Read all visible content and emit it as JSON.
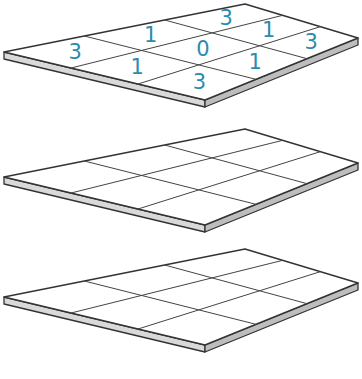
{
  "diagram": {
    "labels": [
      "3",
      "1",
      "1",
      "3",
      "0",
      "3",
      "1",
      "1",
      "3"
    ]
  }
}
